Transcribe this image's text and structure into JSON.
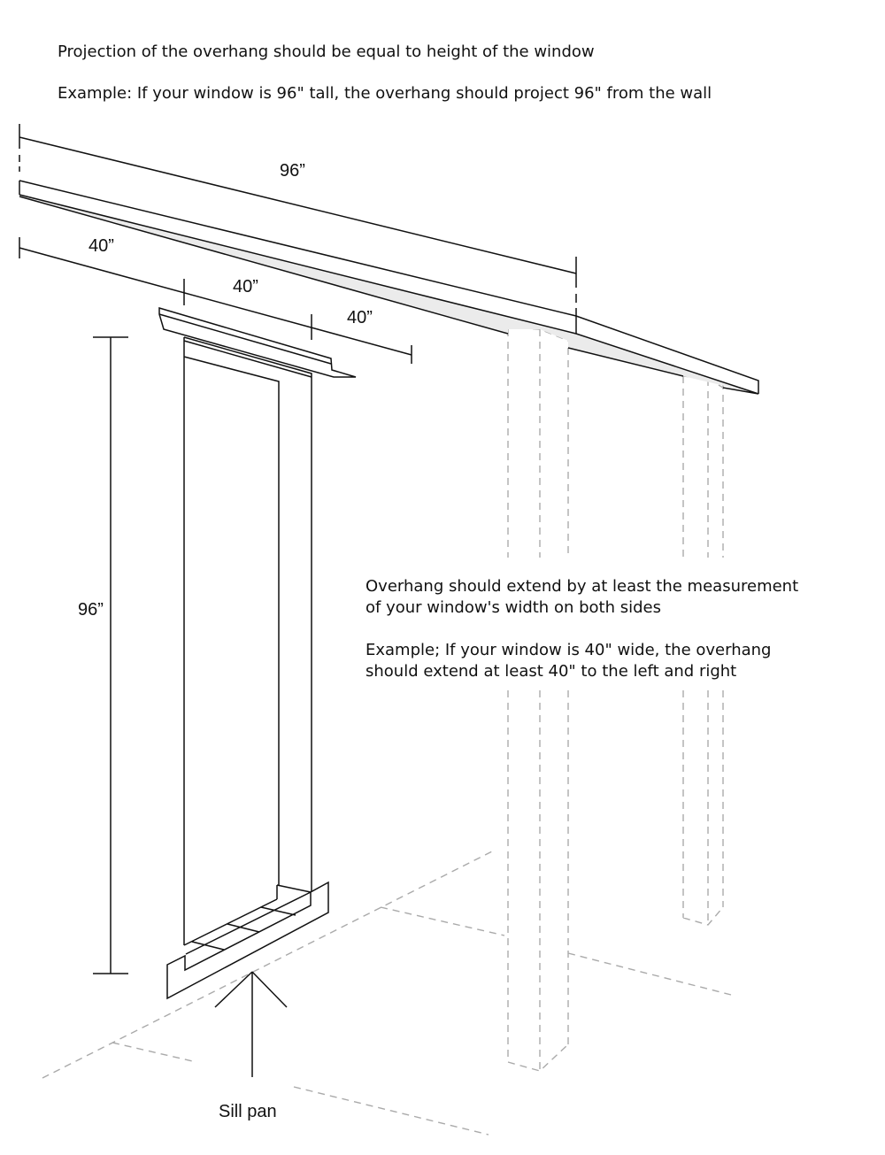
{
  "notes": {
    "projection_rule": "Projection of the overhang should be equal to height of the window",
    "projection_example": "Example: If your window is 96\" tall, the overhang should project 96\" from the wall",
    "extension_rule_line1": "Overhang should extend by at least the measurement",
    "extension_rule_line2": "of your window's width on both sides",
    "extension_example_line1": "Example; If your window is 40\" wide, the overhang",
    "extension_example_line2": "should extend at least 40\" to the left and right"
  },
  "dimensions": {
    "projection": "96”",
    "left_extension": "40”",
    "window_width": "40”",
    "right_extension": "40”",
    "window_height": "96”"
  },
  "labels": {
    "sill_pan": "Sill pan"
  },
  "colors": {
    "line": "#111111",
    "hidden_line": "#aaaaaa",
    "underside_fill": "#ebebeb"
  }
}
